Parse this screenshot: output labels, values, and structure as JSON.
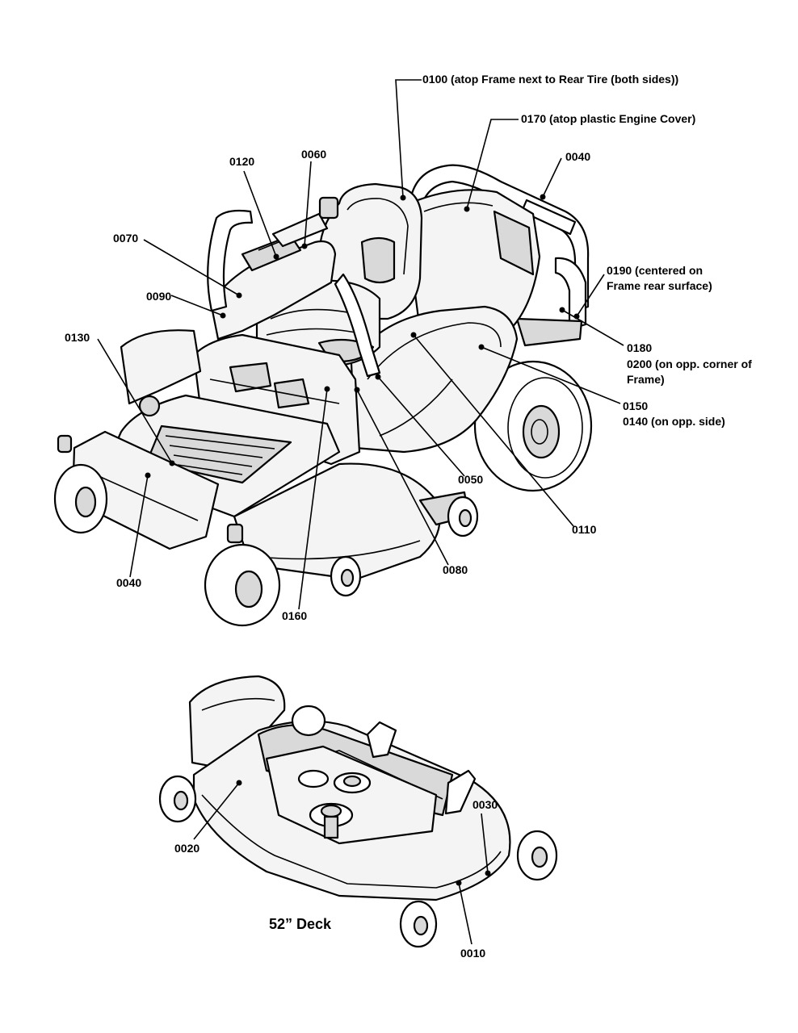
{
  "callouts": {
    "c0100": "0100 (atop Frame next to Rear Tire (both sides))",
    "c0170": "0170 (atop plastic Engine Cover)",
    "c0060": "0060",
    "c0120": "0120",
    "c0040_top": "0040",
    "c0070": "0070",
    "c0190": "0190 (centered on Frame rear surface)",
    "c0090": "0090",
    "c0130": "0130",
    "c0180": "0180",
    "c0200": "0200 (on opp. corner of Frame)",
    "c0150": "0150",
    "c0140": "0140 (on opp. side)",
    "c0050": "0050",
    "c0110": "0110",
    "c0080": "0080",
    "c0040_bottom": "0040",
    "c0160": "0160",
    "c0030": "0030",
    "c0020": "0020",
    "c0010": "0010"
  },
  "deck_caption": "52” Deck"
}
